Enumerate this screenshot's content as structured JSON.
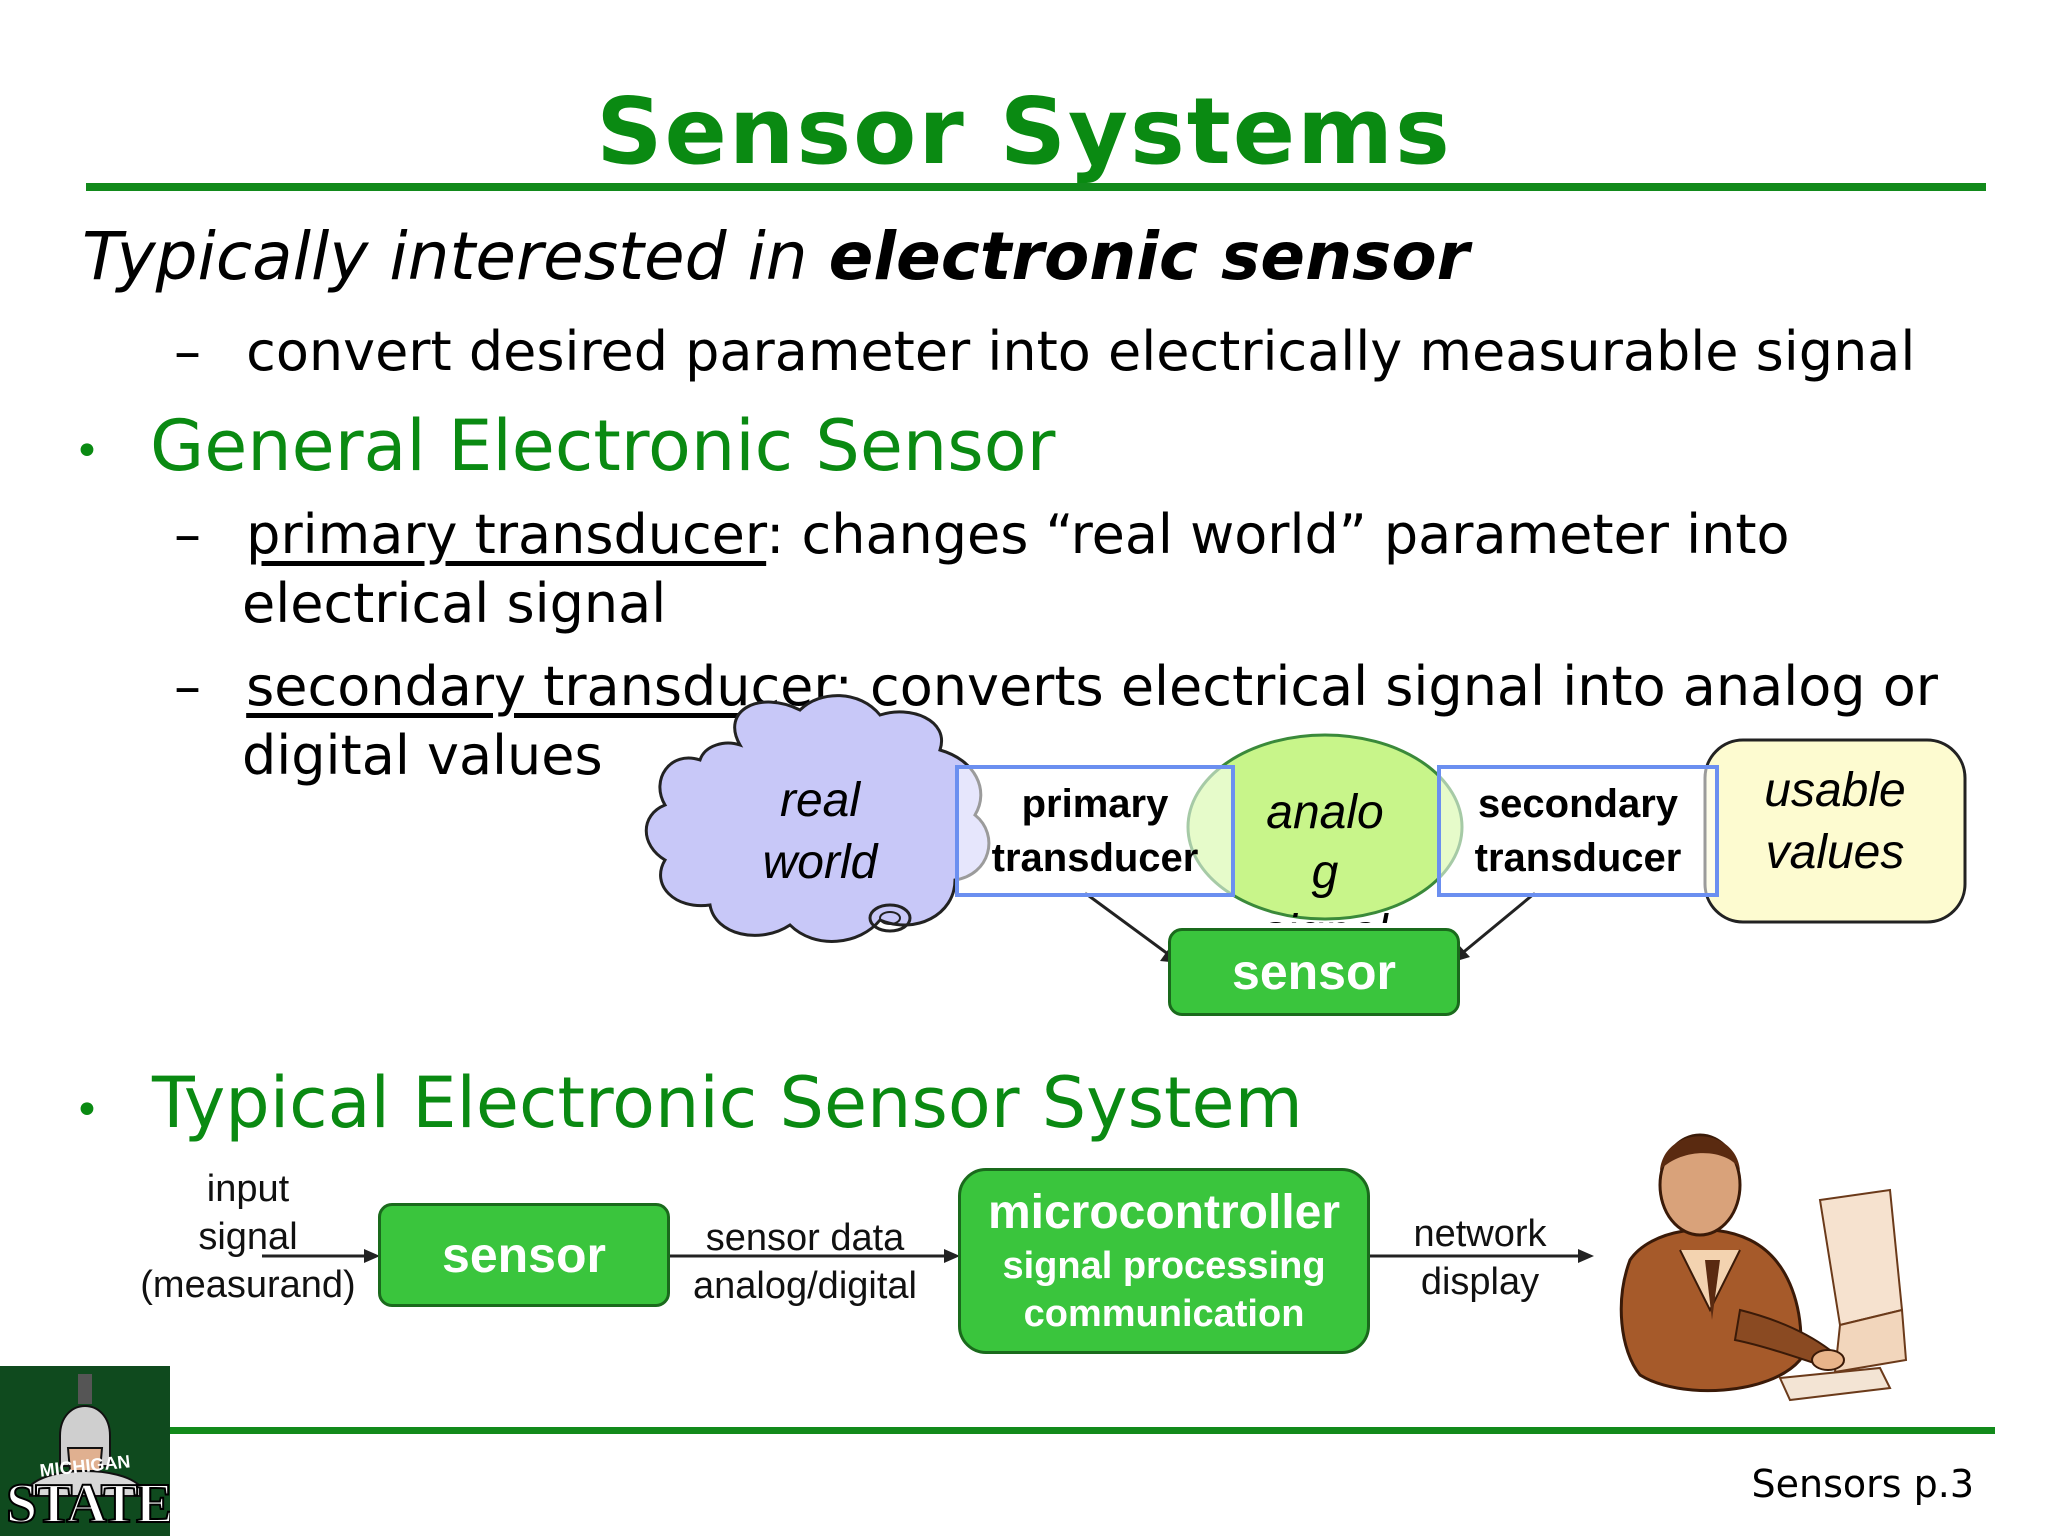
{
  "slide": {
    "title": "Sensor Systems",
    "intro_prefix": "Typically interested in ",
    "intro_bold": "electronic sensor",
    "dash_marker": "–",
    "bullet_marker": "•",
    "intro_sub": "convert desired parameter into electrically measurable signal",
    "general": {
      "heading": "General Electronic Sensor",
      "primary_term": "primary transducer",
      "primary_rest_line1": ": changes “real world” parameter into",
      "primary_rest_line2": "electrical signal",
      "secondary_term": "secondary transducer",
      "secondary_rest_line1": ": converts electrical signal into analog or",
      "secondary_rest_line2": "digital values"
    },
    "diagram1": {
      "real_world_line1": "real",
      "real_world_line2": "world",
      "primary_line1": "primary",
      "primary_line2": "transducer",
      "analog_line1": "analo",
      "analog_line2": "g",
      "analog_line3": "signal",
      "secondary_line1": "secondary",
      "secondary_line2": "transducer",
      "usable_line1": "usable",
      "usable_line2": "values",
      "sensor": "sensor"
    },
    "typical": {
      "heading": "Typical Electronic Sensor System",
      "input_line1": "input",
      "input_line2": "signal",
      "input_line3": "(measurand)",
      "sensor": "sensor",
      "data_line1": "sensor data",
      "data_line2": "analog/digital",
      "mc_title": "microcontroller",
      "mc_line2": "signal processing",
      "mc_line3": "communication",
      "net_line1": "network",
      "net_line2": "display"
    },
    "footer": {
      "page_label": "Sensors p.3",
      "logo_top": "MICHIGAN",
      "logo_bottom": "STATE"
    },
    "colors": {
      "title_green": "#0a8a12",
      "box_green": "#3ac53d",
      "cloud_fill": "#c8c8f8",
      "analog_fill": "#c8f58a",
      "usable_fill": "#fdfbd0",
      "blue_outline": "#6b8ff0"
    }
  }
}
